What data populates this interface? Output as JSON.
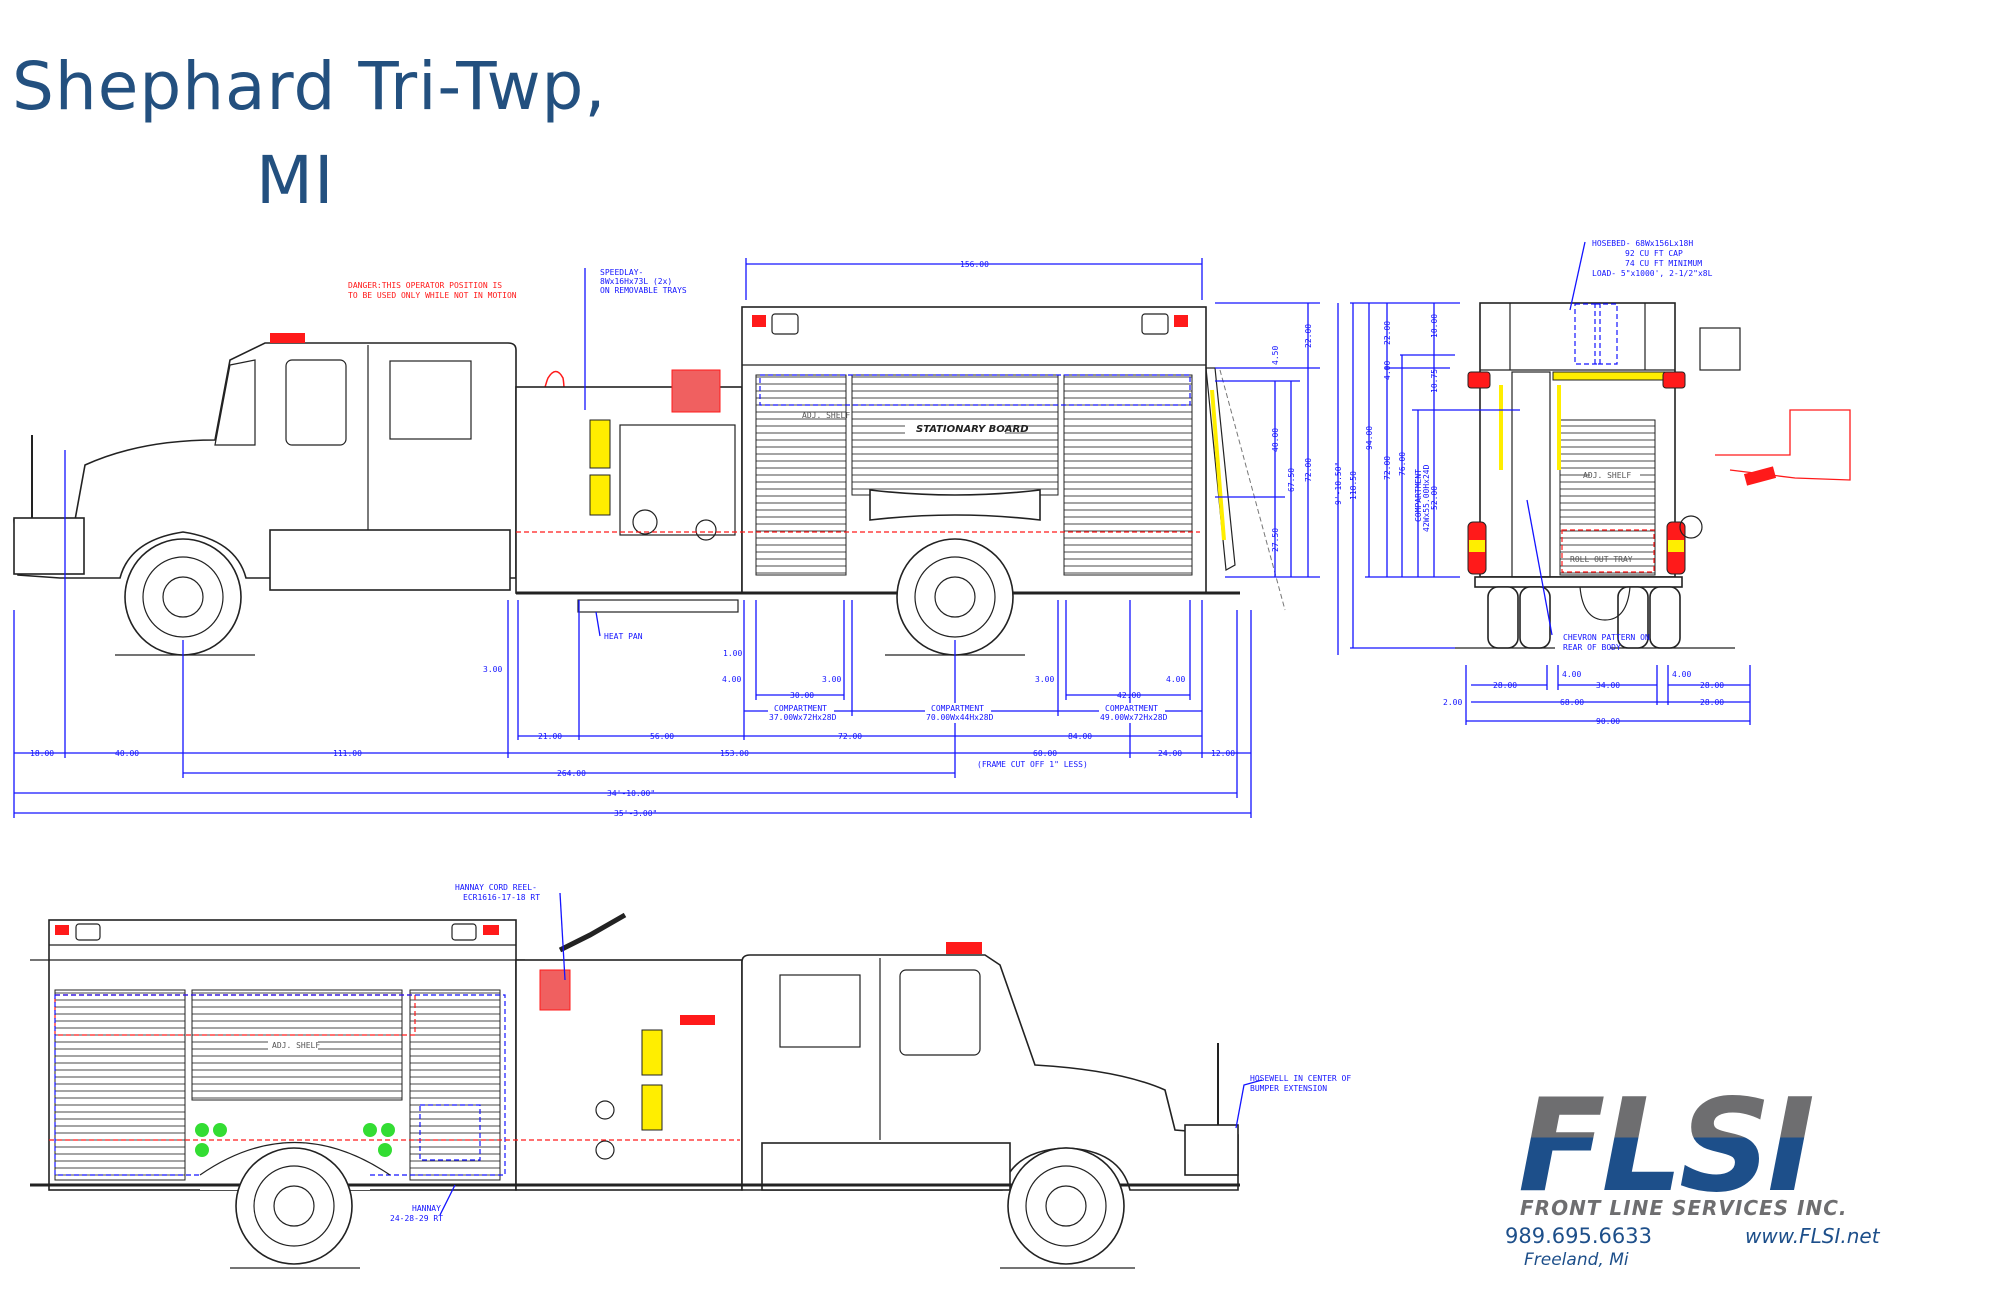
{
  "title": {
    "line1": "Shephard Tri-Twp,",
    "line2": "MI"
  },
  "colors": {
    "title": "#23507f",
    "dimension": "#1414ff",
    "warning": "#ff1a1a",
    "logo_blue": "#1d4f8a",
    "logo_gray": "#6e6e70",
    "marker": "#ffee00"
  },
  "side_view": {
    "danger_note": [
      "DANGER:THIS OPERATOR POSITION IS",
      "TO BE USED ONLY WHILE NOT IN MOTION"
    ],
    "speedlay_note": [
      "SPEEDLAY-",
      "8Wx16Hx73L (2x)",
      "ON REMOVABLE TRAYS"
    ],
    "stationary_board": "STATIONARY BOARD",
    "adj_shelf": "ADJ. SHELF",
    "heat_pan": "HEAT PAN",
    "frame_note": "(FRAME CUT OFF 1\" LESS)",
    "compartments": [
      {
        "label": "COMPARTMENT",
        "size": "37.00Wx72Hx28D"
      },
      {
        "label": "COMPARTMENT",
        "size": "70.00Wx44Hx28D"
      },
      {
        "label": "COMPARTMENT",
        "size": "49.00Wx72Hx28D"
      }
    ],
    "dims_top": [
      "156.00"
    ],
    "dims_vertical": [
      "22.00",
      "4.50",
      "40.00",
      "67.50",
      "72.00",
      "27.50",
      "9'-10.50\""
    ],
    "dims_horizontal": [
      "1.00",
      "4.00",
      "3.00",
      "3.00",
      "3.00",
      "4.00",
      "30.00",
      "42.00",
      "21.00",
      "56.00",
      "72.00",
      "84.00",
      "18.00",
      "40.00",
      "111.00",
      "153.00",
      "60.00",
      "24.00",
      "12.00",
      "264.00",
      "34'-10.00\"",
      "35'-3.00\""
    ]
  },
  "rear_view": {
    "hosebed_note": [
      "HOSEBED- 68Wx156Lx18H",
      "92 CU FT CAP",
      "74 CU FT MINIMUM",
      "LOAD- 5\"x1000', 2-1/2\"x8L"
    ],
    "compartment": {
      "label": "COMPARTMENT",
      "size": "42Wx55.00Hx24D"
    },
    "adj_shelf": "ADJ. SHELF",
    "roll_out_tray": "ROLL OUT TRAY",
    "chevron_note": [
      "CHEVRON PATTERN ON",
      "REAR OF BODY"
    ],
    "dims_vertical": [
      "118.50",
      "94.00",
      "72.00",
      "76.00",
      "22.00",
      "4.00",
      "10.00",
      "10.75",
      "52.00"
    ],
    "dims_horizontal": [
      "28.00",
      "4.00",
      "34.00",
      "4.00",
      "28.00",
      "2.00",
      "68.00",
      "28.00",
      "90.00"
    ]
  },
  "officer_side_view": {
    "cord_reel_note": [
      "HANNAY CORD REEL-",
      "ECR1616-17-18 RT"
    ],
    "hannay_note": [
      "HANNAY",
      "24-28-29 RT"
    ],
    "hosewell_note": [
      "HOSEWELL IN CENTER OF",
      "BUMPER EXTENSION"
    ],
    "adj_shelf": "ADJ. SHELF"
  },
  "logo": {
    "mark": "FLSI",
    "company": "FRONT LINE SERVICES INC.",
    "phone": "989.695.6633",
    "website": "www.FLSI.net",
    "location": "Freeland, Mi"
  }
}
